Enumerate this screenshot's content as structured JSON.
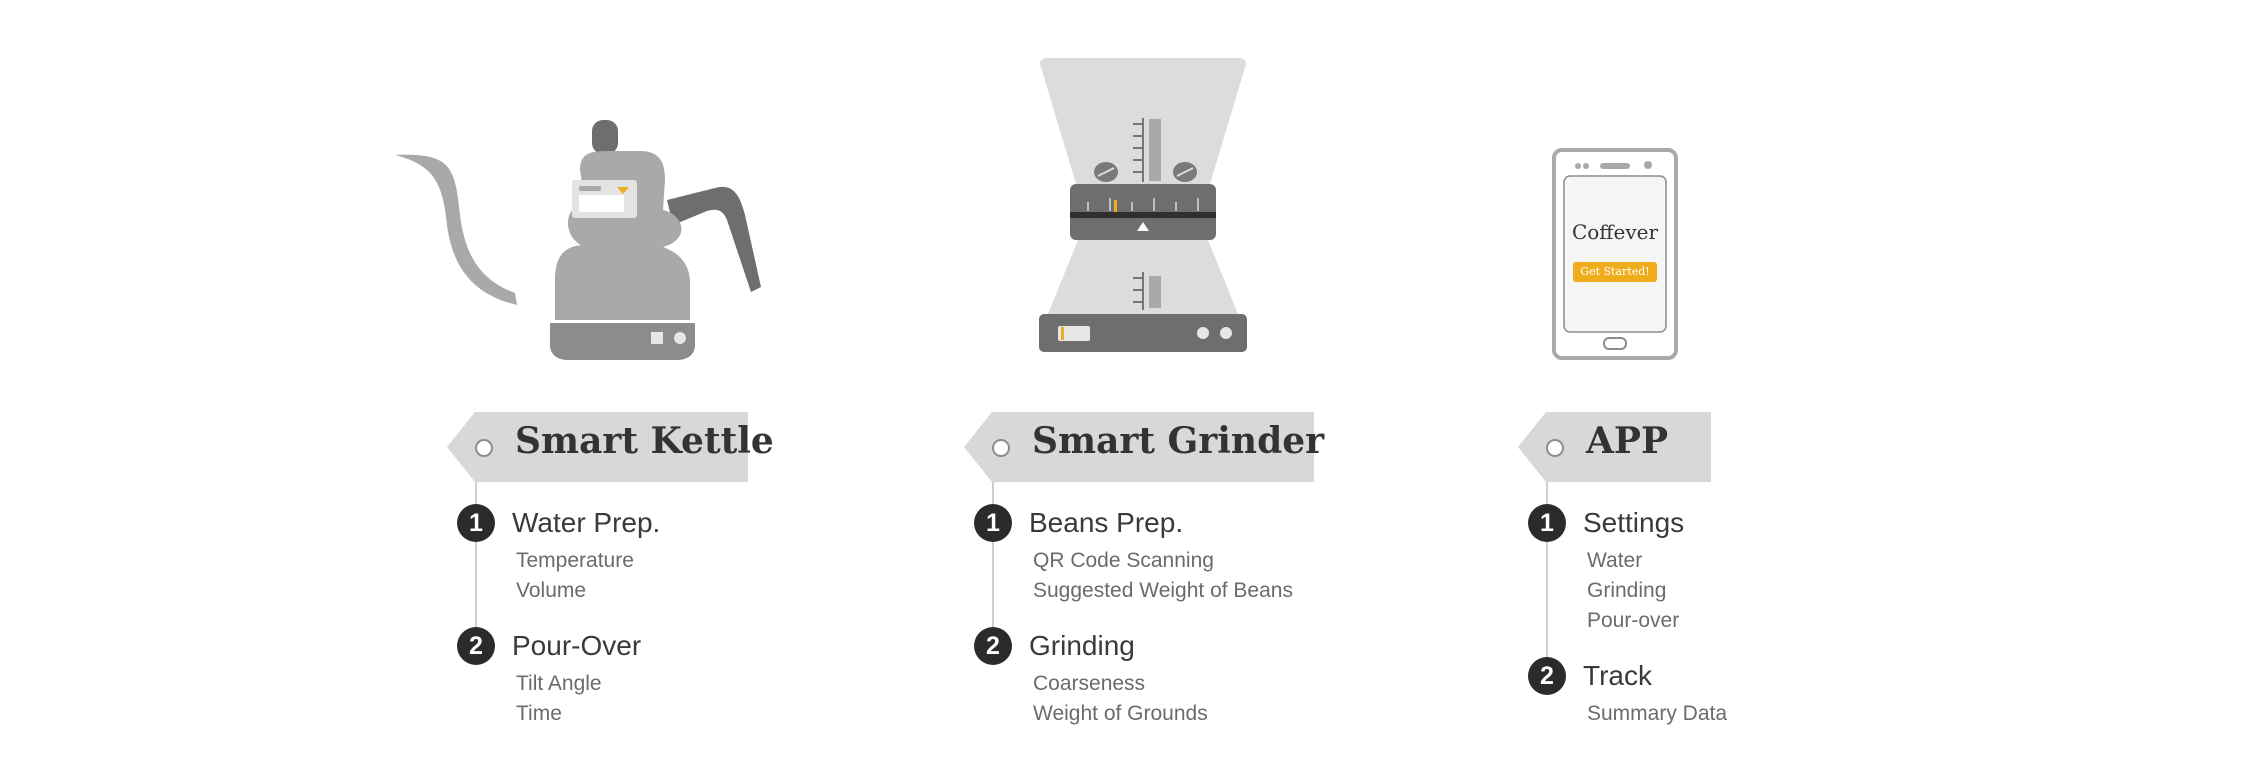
{
  "colors": {
    "accent": "#f0ad1b",
    "device_gray": "#a9a9a9",
    "dark_gray": "#6e6e6e",
    "badge": "#2b2b2e",
    "tag_bg": "#d8d8d8"
  },
  "phone": {
    "brand": "Coffever",
    "cta": "Get Started!"
  },
  "columns": [
    {
      "title": "Smart Kettle",
      "icon": "kettle-icon",
      "items": [
        {
          "num": "1",
          "title": "Water Prep.",
          "subs": [
            "Temperature",
            "Volume"
          ]
        },
        {
          "num": "2",
          "title": "Pour-Over",
          "subs": [
            "Tilt Angle",
            "Time"
          ]
        }
      ]
    },
    {
      "title": "Smart Grinder",
      "icon": "grinder-icon",
      "items": [
        {
          "num": "1",
          "title": "Beans Prep.",
          "subs": [
            "QR Code Scanning",
            "Suggested Weight of Beans"
          ]
        },
        {
          "num": "2",
          "title": "Grinding",
          "subs": [
            "Coarseness",
            "Weight of Grounds"
          ]
        }
      ]
    },
    {
      "title": "APP",
      "icon": "smartphone-icon",
      "items": [
        {
          "num": "1",
          "title": "Settings",
          "subs": [
            "Water",
            "Grinding",
            "Pour-over"
          ]
        },
        {
          "num": "2",
          "title": "Track",
          "subs": [
            "Summary Data"
          ]
        }
      ]
    }
  ]
}
